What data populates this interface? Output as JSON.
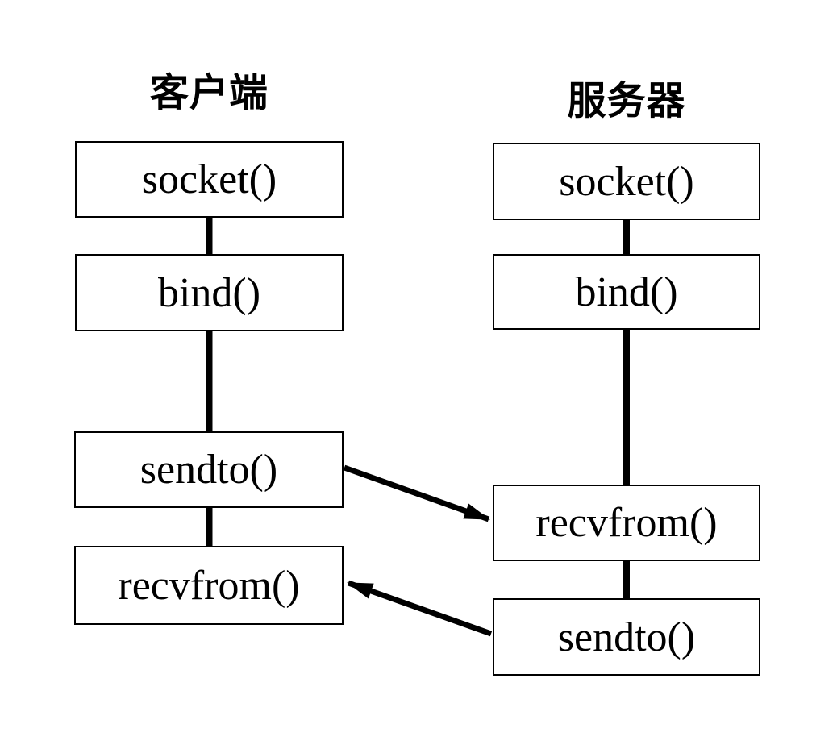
{
  "diagram": {
    "background_color": "#ffffff",
    "line_color": "#000000",
    "client": {
      "title": "客户端",
      "steps": [
        {
          "label": "socket()"
        },
        {
          "label": "bind()"
        },
        {
          "label": "sendto()"
        },
        {
          "label": "recvfrom()"
        }
      ]
    },
    "server": {
      "title": "服务器",
      "steps": [
        {
          "label": "socket()"
        },
        {
          "label": "bind()"
        },
        {
          "label": "recvfrom()"
        },
        {
          "label": "sendto()"
        }
      ]
    },
    "arrows": [
      {
        "name": "request",
        "from": "client sendto()",
        "to": "server recvfrom()"
      },
      {
        "name": "response",
        "from": "server sendto()",
        "to": "client recvfrom()"
      }
    ]
  }
}
